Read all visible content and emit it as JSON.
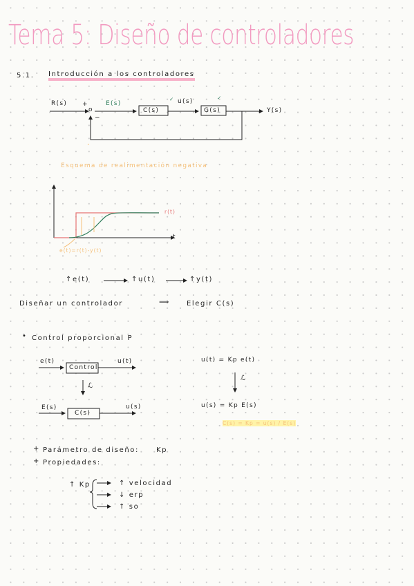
{
  "title": "Tema 5: Diseño de controladores",
  "section": {
    "number": "5.1.",
    "heading": "Introducción a los controladores"
  },
  "block_diagram": {
    "input": "R(s)",
    "plus": "+",
    "minus": "−",
    "sum_node": "o",
    "error": "E(s)",
    "controller": "C(s)",
    "control_signal": "u(s)",
    "plant": "G(s)",
    "output": "Y(s)",
    "check1": "✓",
    "check2": "✓",
    "caption": "Esquema de realimentación negativa"
  },
  "step_plot": {
    "ref_label": "r(t)",
    "t_label": "t",
    "error_label": "e(t)=r(t)-y(t)"
  },
  "chain": {
    "e": "↑e(t)",
    "u": "↑u(t)",
    "y": "↑y(t)"
  },
  "design": {
    "text": "Diseñar un controlador",
    "implies": "⟹",
    "result": "Elegir C(s)"
  },
  "proportional": {
    "bullet": "•",
    "heading": "Control proporcional P",
    "time_in": "e(t)",
    "time_block": "Control",
    "time_out": "u(t)",
    "laplace_sym": "ℒ",
    "s_in": "E(s)",
    "s_block": "C(s)",
    "s_out": "u(s)",
    "eq_time": "u(t) = Kp e(t)",
    "eq_s": "u(s) = Kp E(s)",
    "eq_note": "C(s) = Kp = u(s) / E(s)"
  },
  "list": [
    {
      "bullet": "+",
      "label": "Parámetro de diseño:",
      "value": "Kp"
    },
    {
      "bullet": "+",
      "label": "Propiedades:",
      "value": ""
    }
  ],
  "effects": {
    "source": "↑ Kp",
    "items": [
      "↑ velocidad",
      "↓ erp",
      "↑ so"
    ]
  },
  "colors": {
    "pink": "#f29ac0",
    "green": "#2e7d5b",
    "orange": "#f5c07a",
    "red": "#e57373",
    "highlight": "#f7b2c9"
  }
}
